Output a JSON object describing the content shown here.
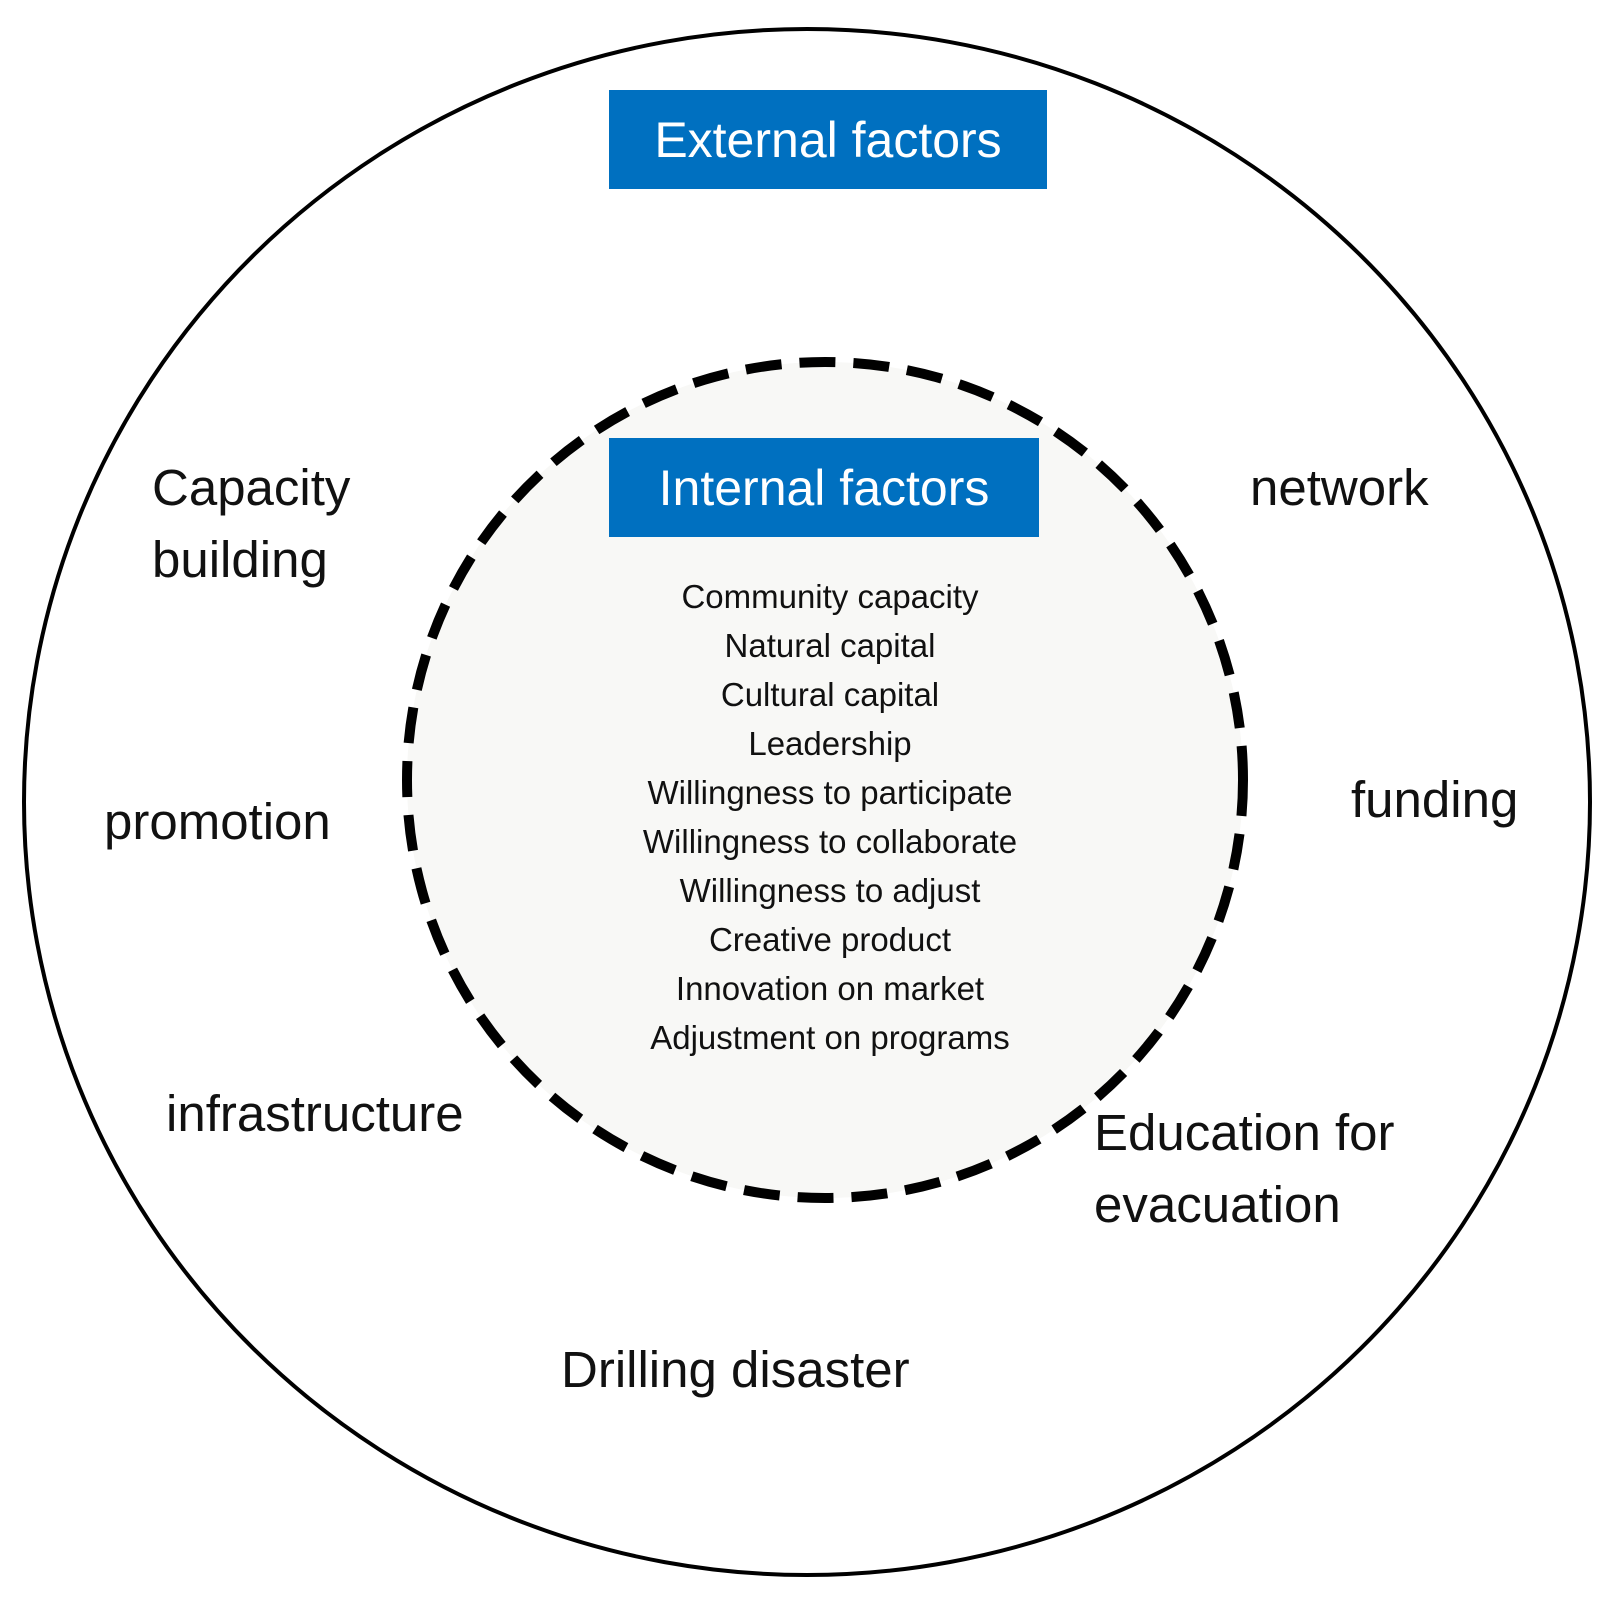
{
  "external": {
    "title": "External factors",
    "factors": {
      "capacity_building": "Capacity\nbuilding",
      "network": "network",
      "promotion": "promotion",
      "funding": "funding",
      "infrastructure": "infrastructure",
      "education_for_evacuation": "Education for\nevacuation",
      "drilling_disaster": "Drilling disaster"
    }
  },
  "internal": {
    "title": "Internal factors",
    "factors": [
      "Community capacity",
      "Natural capital",
      "Cultural capital",
      "Leadership",
      "Willingness to participate",
      "Willingness to collaborate",
      "Willingness to adjust",
      "Creative product",
      "Innovation on market",
      "Adjustment on programs"
    ]
  },
  "colors": {
    "header_fill": "#0070c0",
    "header_text": "#ffffff",
    "inner_circle_fill": "#f8f8f6",
    "circle_stroke": "#000000"
  }
}
